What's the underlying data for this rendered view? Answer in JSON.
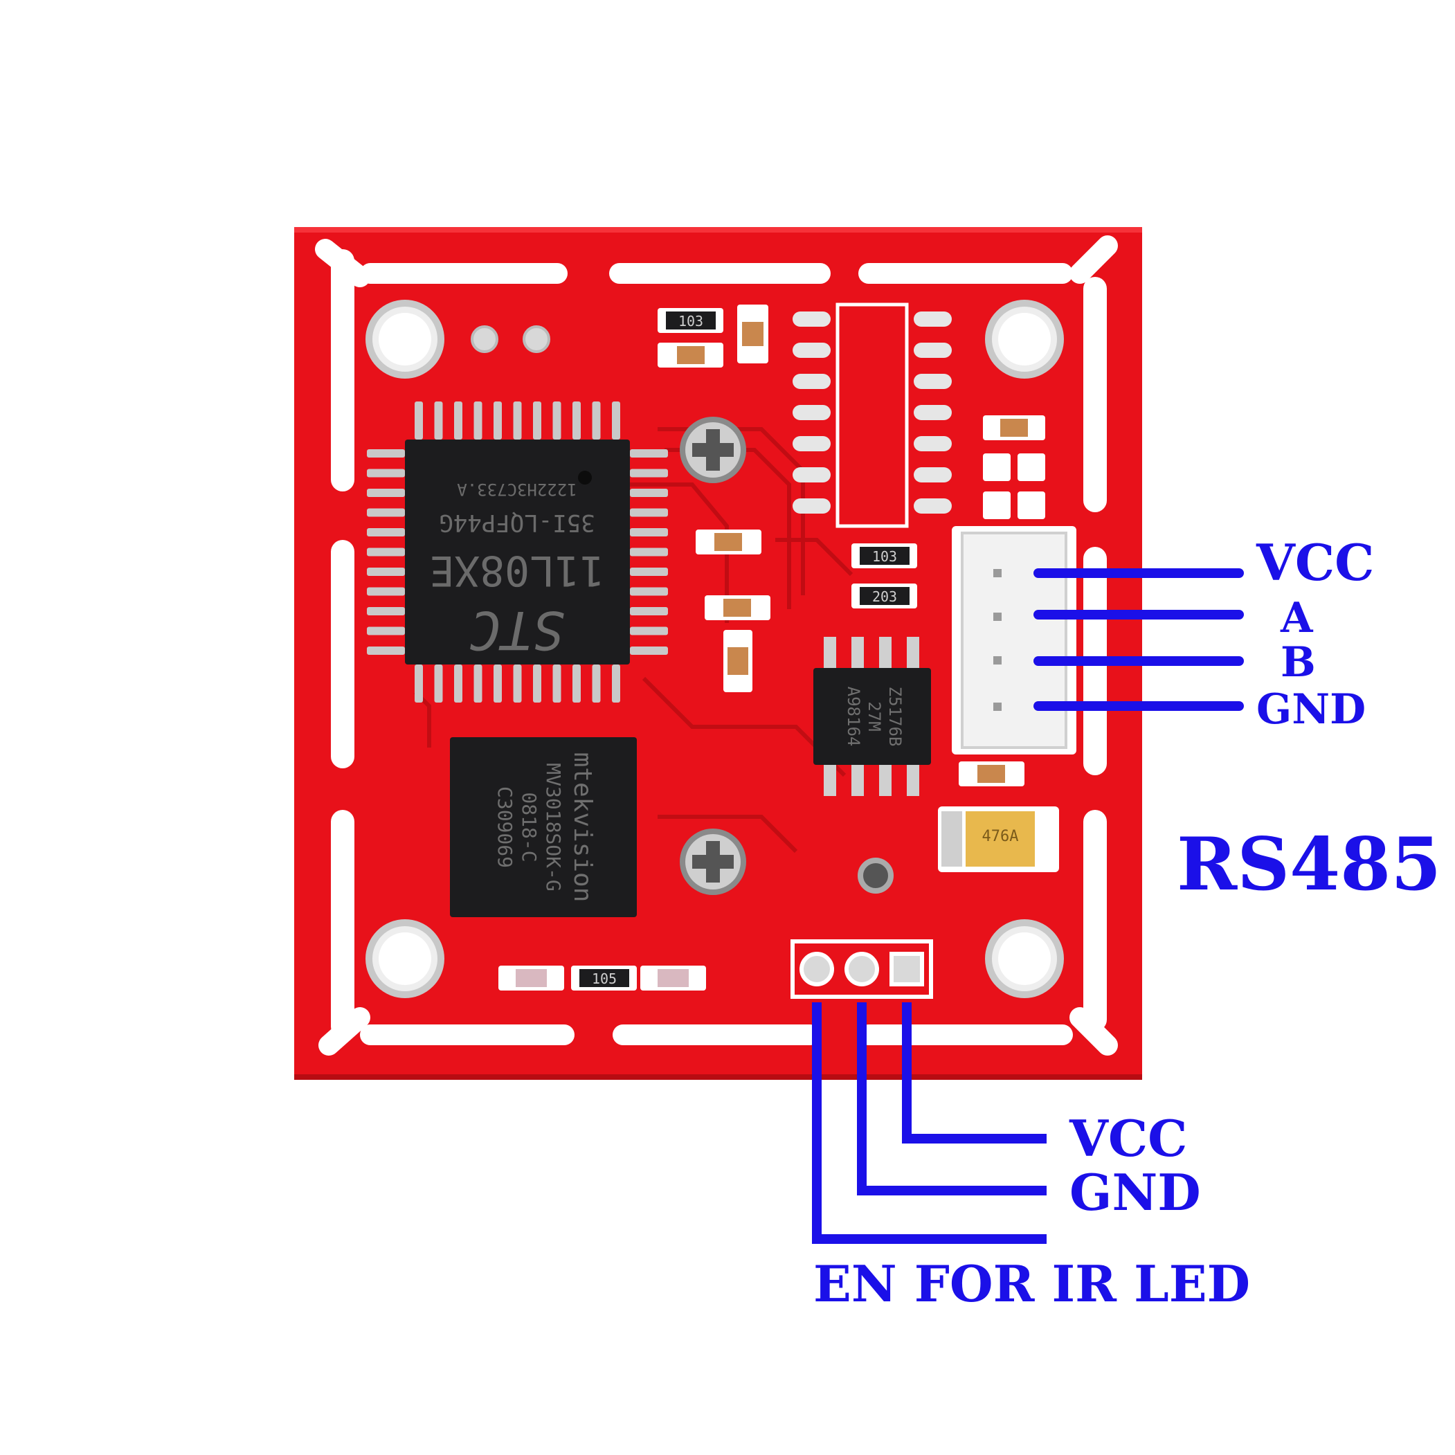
{
  "colors": {
    "pcb": "#e8111a",
    "pcb_dark": "#b80c12",
    "silk": "#ffffff",
    "chip": "#1c1c1e",
    "pad": "#d9d9d9",
    "annotation": "#1b10e8",
    "connector": "#f2f2f2"
  },
  "rs485": {
    "title": "RS485",
    "pins": [
      {
        "label": "VCC"
      },
      {
        "label": "A"
      },
      {
        "label": "B"
      },
      {
        "label": "GND"
      }
    ]
  },
  "ir_connector": {
    "pins": [
      {
        "label": "VCC"
      },
      {
        "label": "GND"
      }
    ],
    "caption": "EN FOR IR LED"
  },
  "chips": {
    "mcu": {
      "lines": [
        "STC",
        "11L08XE",
        "35I-LQFP44G",
        "1222H3C733.A"
      ]
    },
    "sensor": {
      "lines": [
        "mtekvision",
        "MV3018SOK-G",
        "0818-C",
        "C309069"
      ]
    },
    "transceiver": {
      "lines": [
        "Z5176B",
        "27M",
        "A98164"
      ]
    }
  },
  "smd_markings": {
    "r_top": "103",
    "r_mid_1": "103",
    "r_mid_2": "203",
    "r_bottom": "105",
    "tantalum": "476A"
  }
}
